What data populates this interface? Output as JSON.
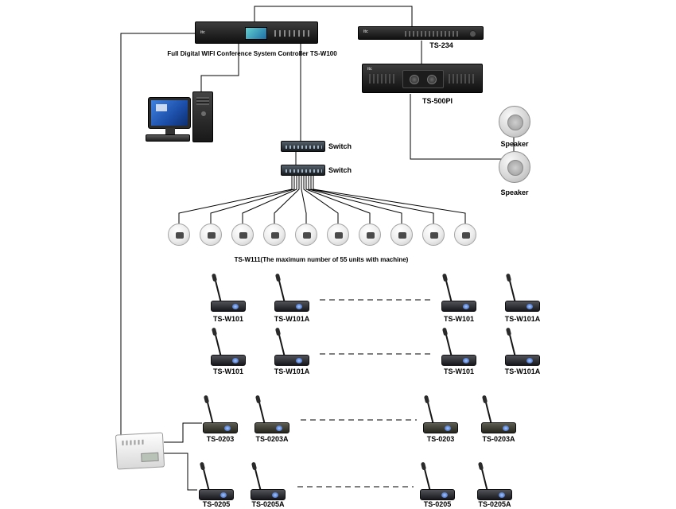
{
  "controller": {
    "label": "Full Digital WIFI Conference System Controller TS-W100",
    "brand": "itc"
  },
  "rack": {
    "ts234": {
      "label": "TS-234",
      "brand": "itc"
    },
    "ts500pi": {
      "label": "TS-500PI",
      "brand": "itc"
    }
  },
  "speakers": [
    "Speaker",
    "Speaker"
  ],
  "switches": [
    "Switch",
    "Switch"
  ],
  "ceiling_units": {
    "count": 10,
    "label": "TS-W111(The maximum number of 55 units with machine)"
  },
  "mic_rows": [
    {
      "labels": [
        "TS-W101",
        "TS-W101A",
        "TS-W101",
        "TS-W101A"
      ]
    },
    {
      "labels": [
        "TS-W101",
        "TS-W101A",
        "TS-W101",
        "TS-W101A"
      ]
    },
    {
      "labels": [
        "TS-0203",
        "TS-0203A",
        "TS-0203",
        "TS-0203A"
      ]
    },
    {
      "labels": [
        "TS-0205",
        "TS-0205A",
        "TS-0205",
        "TS-0205A"
      ]
    }
  ],
  "colors": {
    "line": "#000000",
    "device_body": "#1a1a1a",
    "screen_blue": "#2f6fc0",
    "background": "#ffffff"
  }
}
